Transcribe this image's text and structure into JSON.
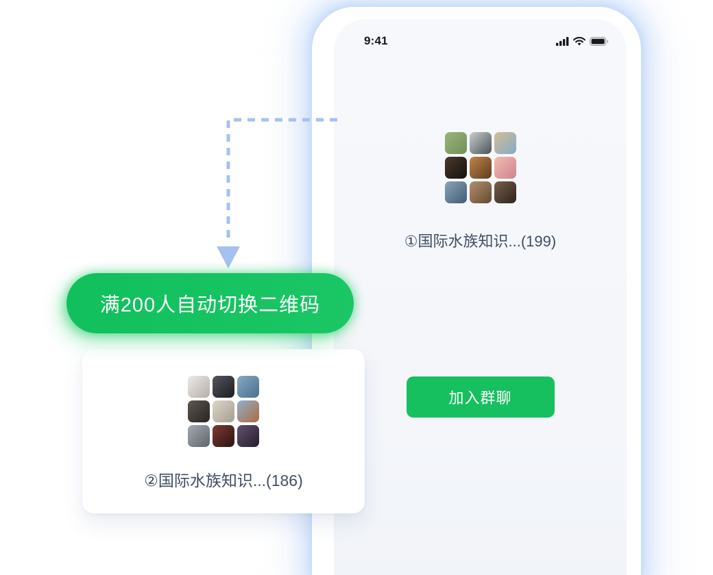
{
  "status_bar": {
    "time": "9:41",
    "icons": [
      "cellular-signal",
      "wifi",
      "battery"
    ]
  },
  "group1": {
    "label": "①国际水族知识...(199)",
    "join_button_label": "加入群聊",
    "avatars": [
      [
        "#9db479",
        "#6f8f5a"
      ],
      [
        "#c9cdcf",
        "#4b5357"
      ],
      [
        "#d3bd97",
        "#85aac8"
      ],
      [
        "#4a392c",
        "#16100c"
      ],
      [
        "#c08447",
        "#5f3d20"
      ],
      [
        "#f2bcb0",
        "#cf8390"
      ],
      [
        "#8aa2b5",
        "#3f5e78"
      ],
      [
        "#b3906c",
        "#64492f"
      ],
      [
        "#77604c",
        "#2e211a"
      ]
    ]
  },
  "badge": {
    "label": "满200人自动切换二维码"
  },
  "group2": {
    "label": "②国际水族知识...(186)",
    "avatars": [
      [
        "#eceae8",
        "#b5ada6"
      ],
      [
        "#55555e",
        "#1c1c22"
      ],
      [
        "#86a9c2",
        "#4a7090"
      ],
      [
        "#5d5750",
        "#272320"
      ],
      [
        "#dcd6ca",
        "#a69e8f"
      ],
      [
        "#8fb0cd",
        "#b06a3e"
      ],
      [
        "#a3a9af",
        "#5f656b"
      ],
      [
        "#7c3a34",
        "#2c1412"
      ],
      [
        "#63506d",
        "#251d2e"
      ]
    ]
  },
  "colors": {
    "green": "#16c05e",
    "text": "#3f4e63",
    "arrow-blue": "#a6c1ee",
    "screen-bg": "#f6f7fa",
    "status-ink": "#17191c"
  }
}
